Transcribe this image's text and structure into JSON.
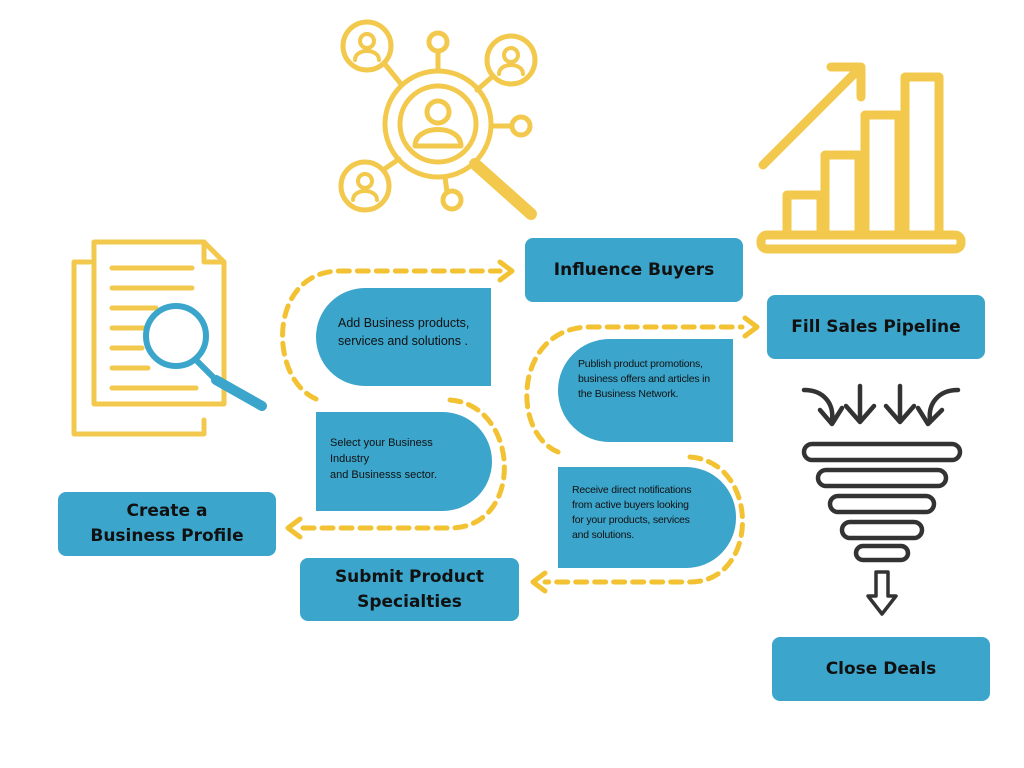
{
  "steps": {
    "create_profile": "Create a\nBusiness Profile",
    "submit_specialties": "Submit Product\nSpecialties",
    "influence_buyers": "Influence Buyers",
    "fill_pipeline": "Fill Sales Pipeline",
    "close_deals": "Close Deals"
  },
  "descriptions": {
    "add_products": "Add Business products,\nservices and solutions .",
    "select_industry": "Select your Business Industry\nand Businesss sector.",
    "publish_promotions": "Publish product promotions,\nbusiness offers and articles in\nthe Business Network.",
    "receive_notifications": "Receive direct notifications\nfrom active buyers looking\nfor your products, services\nand solutions."
  },
  "icons": {
    "document": "document-search-icon",
    "network": "people-network-icon",
    "growth": "growth-chart-icon",
    "funnel": "sales-funnel-icon"
  },
  "colors": {
    "box_fill": "#3ba5cc",
    "icon_yellow": "#f2c94c",
    "icon_blue": "#3ba5cc",
    "dash_yellow": "#f2c232",
    "funnel_dark": "#333333"
  }
}
